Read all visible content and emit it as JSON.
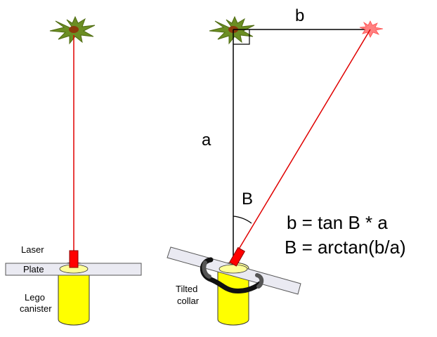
{
  "colors": {
    "laser_beam": "#e00000",
    "laser_body": "#ff0000",
    "plate_fill": "#eaeaf2",
    "plate_stroke": "#555555",
    "canister_fill": "#ffff00",
    "canister_top": "#ffff99",
    "collar": "#111111",
    "tree": "#6b8e23",
    "tree_center": "#8b3a0a",
    "burst": "#ff8080",
    "line": "#000000"
  },
  "left_setup": {
    "laser_label": "Laser",
    "plate_label": "Plate",
    "canister_label_line1": "Lego",
    "canister_label_line2": "canister"
  },
  "right_setup": {
    "collar_label_line1": "Tilted",
    "collar_label_line2": "collar",
    "side_a_label": "a",
    "side_b_label": "b",
    "angle_label": "B"
  },
  "formulas": {
    "line1": "b = tan B * a",
    "line2": "B = arctan(b/a)"
  },
  "icons": {
    "tree": "tree-canopy-icon",
    "burst": "laser-spot-burst-icon",
    "right_angle": "right-angle-marker-icon",
    "angle_arc": "angle-arc-icon"
  }
}
